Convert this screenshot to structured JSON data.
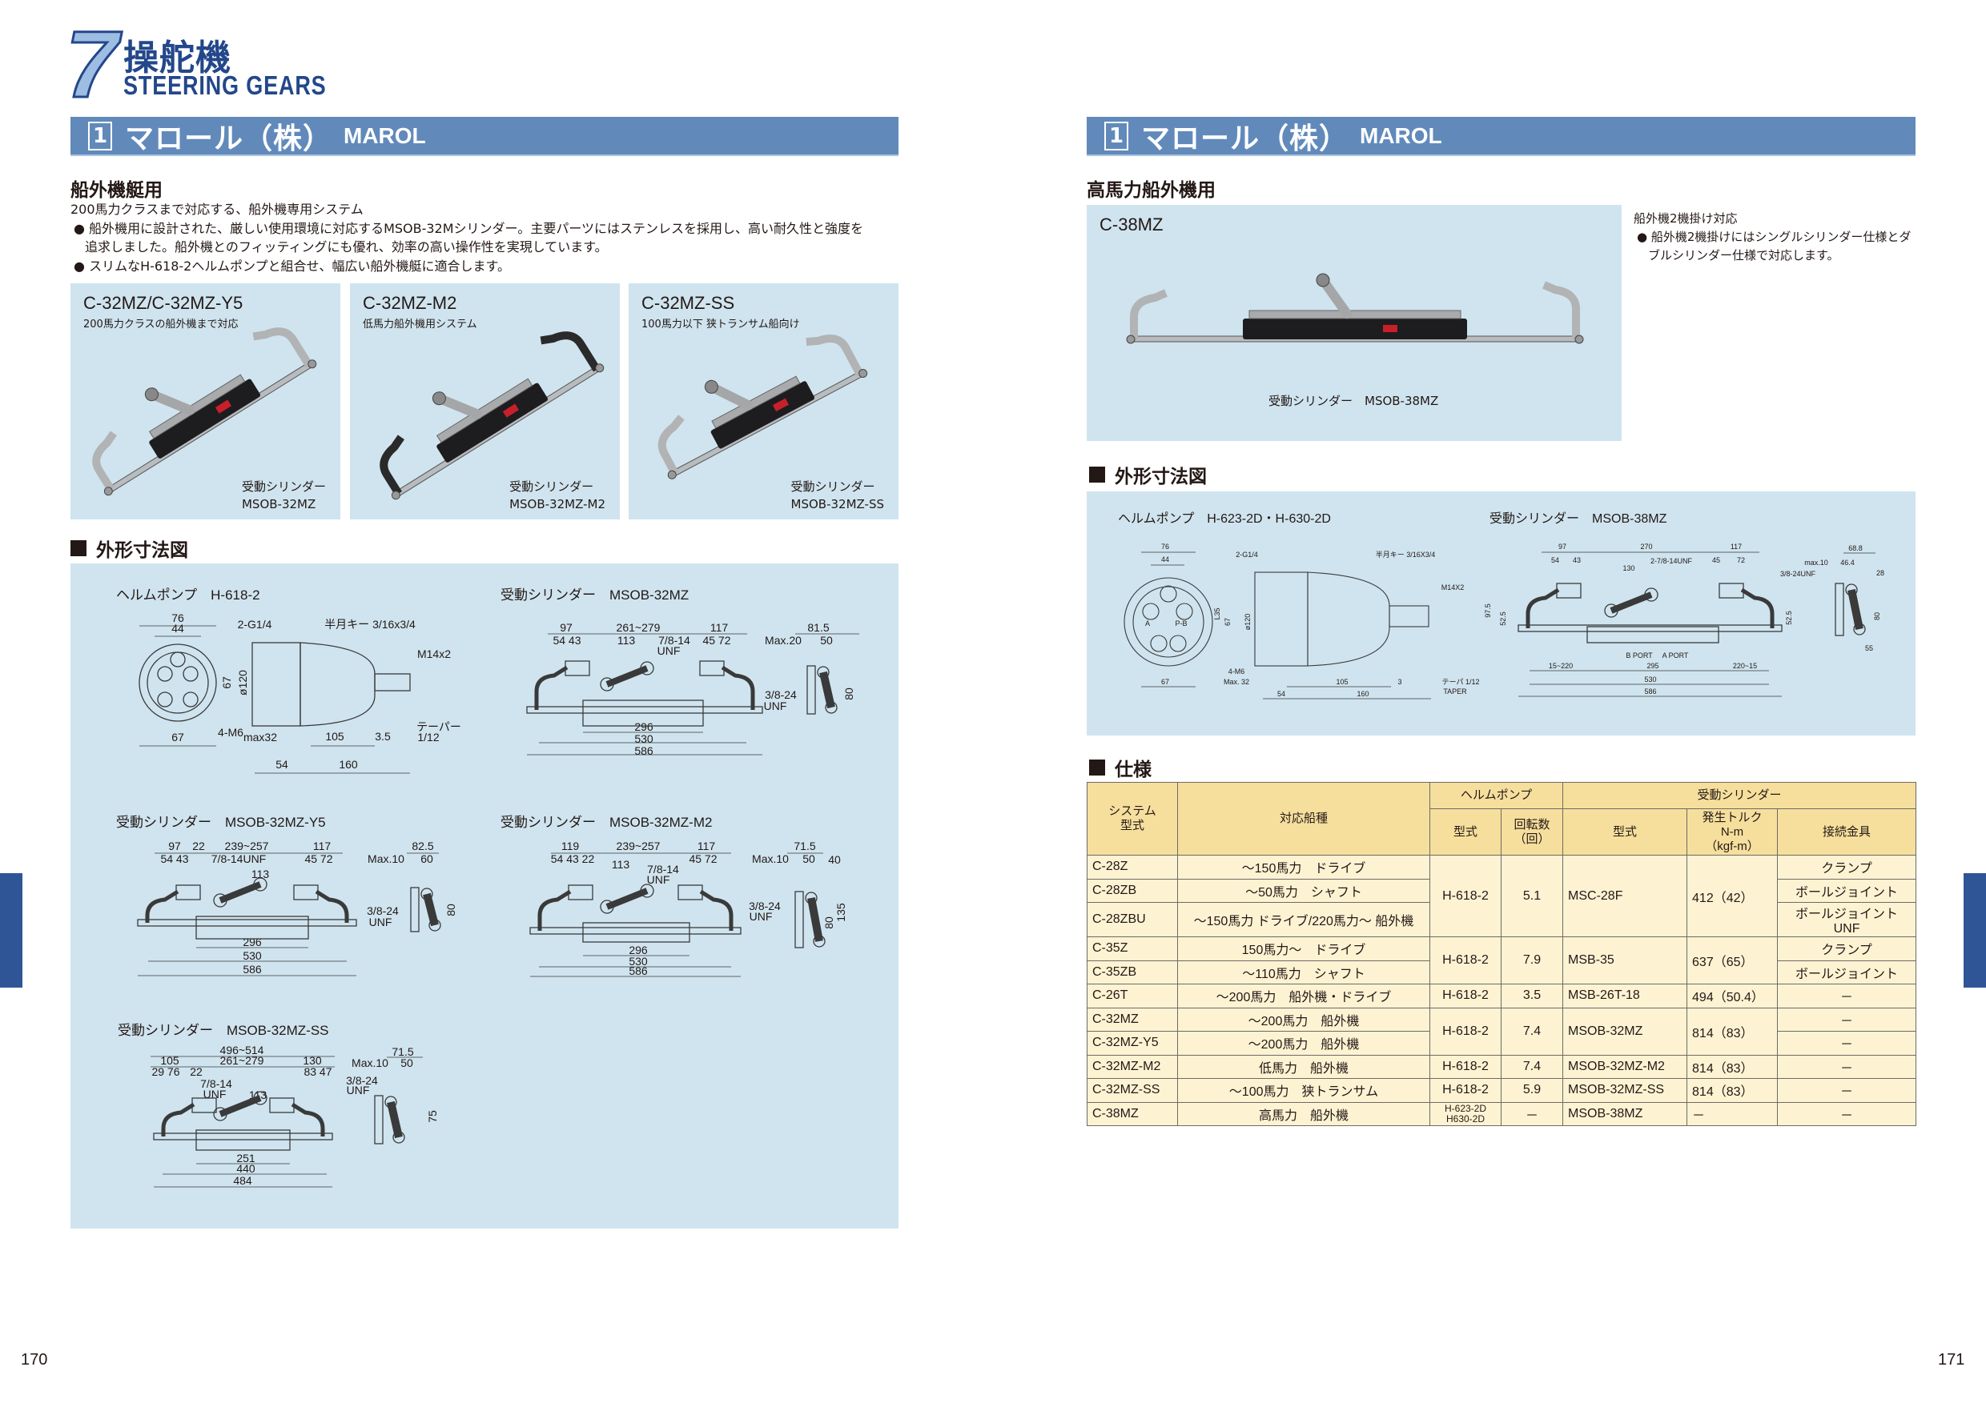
{
  "chapter": {
    "number": "7",
    "title_jp": "操舵機",
    "title_en": "STEERING GEARS"
  },
  "band": {
    "num": "1",
    "name": "マロール（株）",
    "brand": "MAROL"
  },
  "left": {
    "section_title": "船外機艇用",
    "intro": "200馬力クラスまで対応する、船外機専用システム",
    "bullets": [
      "船外機用に設計された、厳しい使用環境に対応するMSOB-32Mシリンダー。主要パーツにはステンレスを採用し、高い耐久性と強度を追求しました。船外機とのフィッティングにも優れ、効率の高い操作性を実現しています。",
      "スリムなH-618-2ヘルムポンプと組合せ、幅広い船外機艇に適合します。"
    ],
    "bullet_mark": "●",
    "cards": [
      {
        "title": "C-32MZ/C-32MZ-Y5",
        "subtitle": "200馬力クラスの船外機まで対応",
        "caption_label": "受動シリンダー",
        "caption_model": "MSOB-32MZ"
      },
      {
        "title": "C-32MZ-M2",
        "subtitle": "低馬力船外機用システム",
        "caption_label": "受動シリンダー",
        "caption_model": "MSOB-32MZ-M2"
      },
      {
        "title": "C-32MZ-SS",
        "subtitle": "100馬力以下 狭トランサム船向け",
        "caption_label": "受動シリンダー",
        "caption_model": "MSOB-32MZ-SS"
      }
    ],
    "dims_heading": "外形寸法図",
    "drawings": {
      "pump": {
        "title": "ヘルムポンプ　H-618-2",
        "labels": [
          "76",
          "44",
          "67",
          "67",
          "ø120",
          "2-G1/4",
          "半月キー 3/16x3/4",
          "M14x2",
          "4-M6",
          "max32",
          "105",
          "3.5",
          "テーパー",
          "1/12",
          "54",
          "160"
        ]
      },
      "cyl32": {
        "title": "受動シリンダー　MSOB-32MZ",
        "labels": [
          "97",
          "261~279",
          "117",
          "54 43",
          "113",
          "7/8-14",
          "UNF",
          "45 72",
          "296",
          "530",
          "586",
          "81.5",
          "Max.20",
          "50",
          "3/8-24",
          "UNF",
          "80"
        ]
      },
      "y5": {
        "title": "受動シリンダー　MSOB-32MZ-Y5",
        "labels": [
          "97",
          "22",
          "239~257",
          "117",
          "54 43",
          "7/8-14UNF",
          "45 72",
          "113",
          "296",
          "530",
          "586",
          "82.5",
          "Max.10",
          "60",
          "3/8-24",
          "UNF",
          "80"
        ]
      },
      "m2": {
        "title": "受動シリンダー　MSOB-32MZ-M2",
        "labels": [
          "119",
          "239~257",
          "117",
          "54 43 22",
          "113",
          "7/8-14",
          "UNF",
          "45 72",
          "296",
          "530",
          "586",
          "71.5",
          "Max.10",
          "50",
          "40",
          "3/8-24",
          "UNF",
          "80",
          "135"
        ]
      },
      "ss": {
        "title": "受動シリンダー　MSOB-32MZ-SS",
        "labels": [
          "496~514",
          "105",
          "261~279",
          "130",
          "29 76",
          "22",
          "83 47",
          "7/8-14",
          "UNF",
          "113",
          "251",
          "440",
          "484",
          "71.5",
          "Max.10",
          "50",
          "3/8-24",
          "UNF",
          "75"
        ]
      }
    }
  },
  "right": {
    "section_title": "高馬力船外機用",
    "card": {
      "title": "C-38MZ",
      "caption": "受動シリンダー　MSOB-38MZ"
    },
    "side_title": "船外機2機掛け対応",
    "side_bullet": "船外機2機掛けにはシングルシリンダー仕様とダブルシリンダー仕様で対応します。",
    "dims_heading": "外形寸法図",
    "drawings": {
      "pump": {
        "title": "ヘルムポンプ　H-623-2D・H-630-2D",
        "labels": [
          "76",
          "44",
          "67",
          "67",
          "L35",
          "ø120",
          "2-G1/4",
          "半月キー 3/16X3/4",
          "M14X2",
          "4-M6",
          "Max. 32",
          "105",
          "3",
          "テーパ 1/12",
          "TAPER",
          "54",
          "160",
          "A",
          "P-B"
        ]
      },
      "cyl38": {
        "title": "受動シリンダー　MSOB-38MZ",
        "labels": [
          "97",
          "270",
          "117",
          "54",
          "43",
          "2-7/8-14UNF",
          "45",
          "72",
          "130",
          "97.5",
          "52.5",
          "52.5",
          "B PORT",
          "A PORT",
          "15~220",
          "295",
          "220~15",
          "530",
          "586",
          "68.8",
          "max.10",
          "46.4",
          "28",
          "3/8-24UNF",
          "80",
          "55"
        ]
      }
    },
    "spec_heading": "仕様",
    "spec": {
      "headers": {
        "system": [
          "システム",
          "型式"
        ],
        "boat": "対応船種",
        "pump": "ヘルムポンプ",
        "cylinder": "受動シリンダー",
        "pump_model": "型式",
        "turns": [
          "回転数",
          "（回）"
        ],
        "cyl_model": "型式",
        "torque": [
          "発生トルク",
          "N-m",
          "（kgf-m）"
        ],
        "fitting": "接続金具"
      },
      "groups": [
        {
          "pump": "H-618-2",
          "turns": "5.1",
          "cylinder": "MSC-28F",
          "torque": "412（42）",
          "rows": [
            {
              "system": "C-28Z",
              "boat": "～150馬力　ドライブ",
              "fitting": "クランプ"
            },
            {
              "system": "C-28ZB",
              "boat": "～50馬力　シャフト",
              "fitting": "ボールジョイント"
            },
            {
              "system": "C-28ZBU",
              "boat": "～150馬力 ドライブ/220馬力～ 船外機",
              "fitting": "ボールジョイント UNF"
            }
          ]
        },
        {
          "pump": "H-618-2",
          "turns": "7.9",
          "cylinder": "MSB-35",
          "torque": "637（65）",
          "rows": [
            {
              "system": "C-35Z",
              "boat": "150馬力～　ドライブ",
              "fitting": "クランプ"
            },
            {
              "system": "C-35ZB",
              "boat": "～110馬力　シャフト",
              "fitting": "ボールジョイント"
            }
          ]
        },
        {
          "pump": "H-618-2",
          "turns": "3.5",
          "cylinder": "MSB-26T-18",
          "torque": "494（50.4）",
          "rows": [
            {
              "system": "C-26T",
              "boat": "～200馬力　船外機・ドライブ",
              "fitting": "－"
            }
          ]
        },
        {
          "pump": "H-618-2",
          "turns": "7.4",
          "cylinder": "MSOB-32MZ",
          "torque": "814（83）",
          "rows": [
            {
              "system": "C-32MZ",
              "boat": "～200馬力　船外機",
              "fitting": "－"
            },
            {
              "system": "C-32MZ-Y5",
              "boat": "～200馬力　船外機",
              "fitting": "－"
            }
          ]
        },
        {
          "pump": "H-618-2",
          "turns": "7.4",
          "cylinder": "MSOB-32MZ-M2",
          "torque": "814（83）",
          "rows": [
            {
              "system": "C-32MZ-M2",
              "boat": "低馬力　船外機",
              "fitting": "－"
            }
          ]
        },
        {
          "pump": "H-618-2",
          "turns": "5.9",
          "cylinder": "MSOB-32MZ-SS",
          "torque": "814（83）",
          "rows": [
            {
              "system": "C-32MZ-SS",
              "boat": "～100馬力　狭トランサム",
              "fitting": "－"
            }
          ]
        },
        {
          "pump": [
            "H-623-2D",
            "H630-2D"
          ],
          "turns": "－",
          "cylinder": "MSOB-38MZ",
          "torque": "－",
          "rows": [
            {
              "system": "C-38MZ",
              "boat": "高馬力　船外機",
              "fitting": "－"
            }
          ]
        }
      ]
    }
  },
  "page_numbers": {
    "left": "170",
    "right": "171"
  },
  "colors": {
    "brand_blue": "#23478a",
    "band": "#618abb",
    "panel": "#cfe4ef",
    "table_header": "#f6df9d",
    "table_cell": "#fdf3d3",
    "side_tab": "#2f5597"
  }
}
